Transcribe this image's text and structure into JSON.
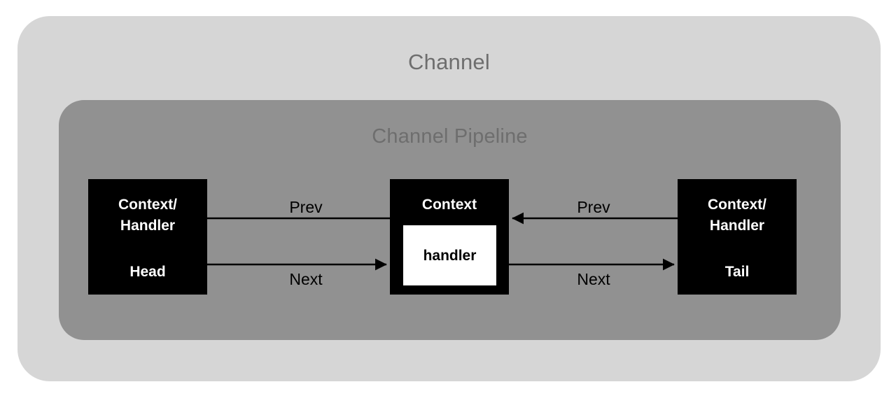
{
  "diagram": {
    "title": "Channel",
    "inner_title": "Channel Pipeline",
    "colors": {
      "outer_background": "#d6d6d6",
      "inner_background": "#919191",
      "node_fill": "#000000",
      "node_text": "#ffffff",
      "handler_fill": "#ffffff",
      "handler_text": "#000000",
      "title_text": "#6e6e6e",
      "edge_stroke": "#000000",
      "page_background": "#ffffff"
    },
    "nodes": [
      {
        "id": "head",
        "title": "Context/\nHandler",
        "subtitle": "Head"
      },
      {
        "id": "context",
        "title": "Context",
        "subtitle": "",
        "inner_label": "handler"
      },
      {
        "id": "tail",
        "title": "Context/\nHandler",
        "subtitle": "Tail"
      }
    ],
    "edges": [
      {
        "id": "prev-left",
        "label": "Prev",
        "from": "context",
        "to": "head",
        "direction": "left",
        "arrowhead": false
      },
      {
        "id": "next-left",
        "label": "Next",
        "from": "head",
        "to": "context",
        "direction": "right",
        "arrowhead": true
      },
      {
        "id": "prev-right",
        "label": "Prev",
        "from": "tail",
        "to": "context",
        "direction": "left",
        "arrowhead": true
      },
      {
        "id": "next-right",
        "label": "Next",
        "from": "context",
        "to": "tail",
        "direction": "right",
        "arrowhead": true
      }
    ]
  }
}
